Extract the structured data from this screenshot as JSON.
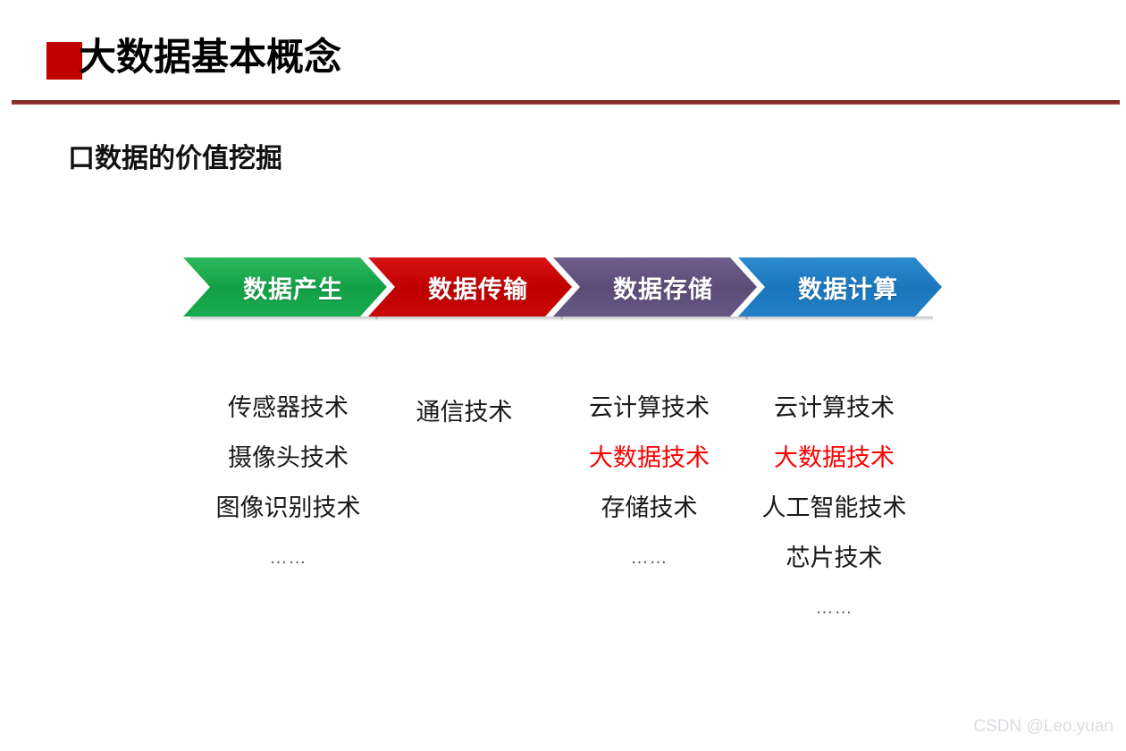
{
  "header": {
    "title": "大数据基本概念",
    "bullet_icon": "red-square-bullet",
    "divider_color": "#8E2A2A",
    "accent_color": "#C00000"
  },
  "subtitle": "口数据的价值挖掘",
  "pipeline": {
    "stages": [
      {
        "label": "数据产生",
        "color": "#12A046"
      },
      {
        "label": "数据传输",
        "color": "#C00000"
      },
      {
        "label": "数据存储",
        "color": "#5D4C78"
      },
      {
        "label": "数据计算",
        "color": "#1A76BD"
      }
    ]
  },
  "columns": [
    {
      "stage": "数据产生",
      "items": [
        {
          "text": "传感器技术",
          "highlight": false
        },
        {
          "text": "摄像头技术",
          "highlight": false
        },
        {
          "text": "图像识别技术",
          "highlight": false
        }
      ],
      "ellipsis": "……"
    },
    {
      "stage": "数据传输",
      "items": [
        {
          "text": "通信技术",
          "highlight": false
        }
      ],
      "ellipsis": ""
    },
    {
      "stage": "数据存储",
      "items": [
        {
          "text": "云计算技术",
          "highlight": false
        },
        {
          "text": "大数据技术",
          "highlight": true
        },
        {
          "text": "存储技术",
          "highlight": false
        }
      ],
      "ellipsis": "……"
    },
    {
      "stage": "数据计算",
      "items": [
        {
          "text": "云计算技术",
          "highlight": false
        },
        {
          "text": "大数据技术",
          "highlight": true
        },
        {
          "text": "人工智能技术",
          "highlight": false
        },
        {
          "text": "芯片技术",
          "highlight": false
        }
      ],
      "ellipsis": "……"
    }
  ],
  "highlight_color": "#FF0000",
  "watermark": "CSDN @Leo.yuan"
}
